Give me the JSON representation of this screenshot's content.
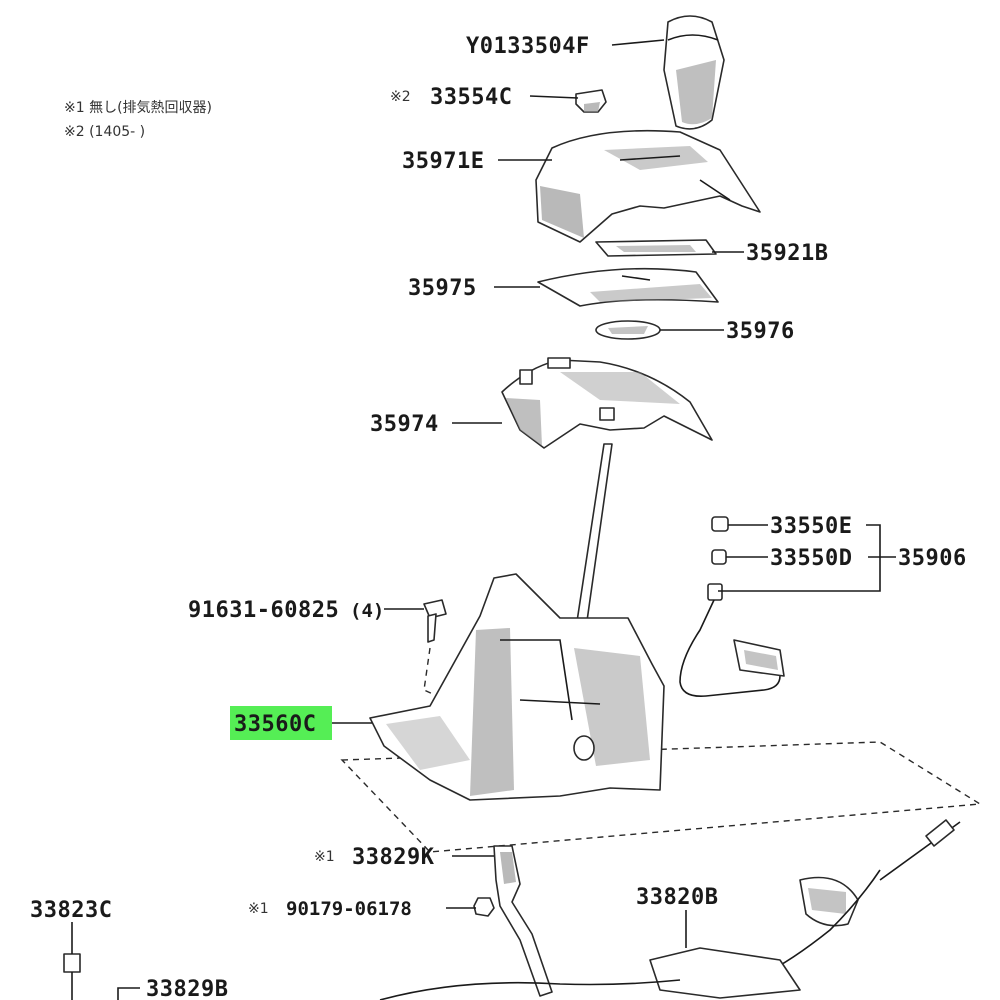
{
  "notes": {
    "line1": "※1 無し(排気熱回収器)",
    "line2": "※2 (1405-      )"
  },
  "labels": {
    "knob": "Y0133504F",
    "knob_button": "33554C",
    "knob_button_mark": "※2",
    "housing_cover": "35971E",
    "plate_b": "35921B",
    "plate": "35975",
    "small_plate": "35976",
    "indicator_housing": "35974",
    "lamp_e": "33550E",
    "lamp_d": "33550D",
    "lamp_assy": "35906",
    "bolt": "91631-60825",
    "bolt_qty": "(4)",
    "shift_lever_assy": "33560C",
    "bracket": "33829K",
    "bracket_mark": "※1",
    "nut": "90179-06178",
    "nut_mark": "※1",
    "cable": "33820B",
    "pin": "33823C",
    "bracket_b": "33829B"
  },
  "highlight": {
    "part": "33560C",
    "color": "#55ee55"
  }
}
